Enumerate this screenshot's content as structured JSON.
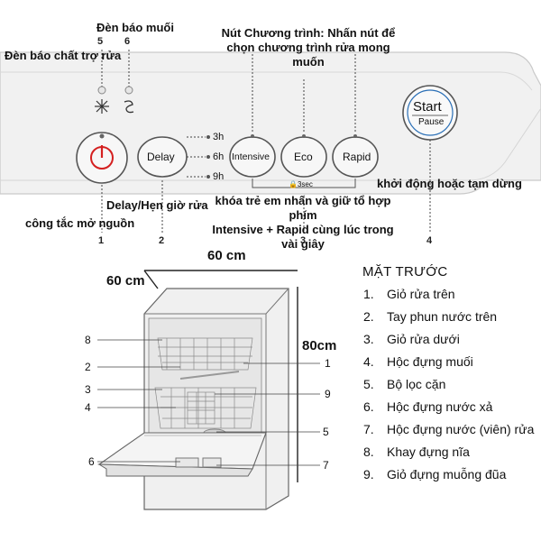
{
  "panel": {
    "salt_indicator": "Đèn báo muối",
    "rinse_aid_indicator": "Đèn báo chất trợ rửa",
    "num_5": "5",
    "num_6": "6",
    "program_note": "Nút Chương trình: Nhấn nút để chọn chương trình rửa mong muốn",
    "program_note_line1": "Nút Chương trình: Nhấn nút để",
    "program_note_line2": "chọn chương trình rửa mong",
    "program_note_line3": "muốn",
    "buttons": {
      "delay": "Delay",
      "intensive": "Intensive",
      "eco": "Eco",
      "rapid": "Rapid",
      "start": "Start",
      "pause": "Pause"
    },
    "delay_options": [
      "3h",
      "6h",
      "9h"
    ],
    "lock_hint": "3sec",
    "start_note": "khởi động hoặc tạm dừng",
    "delay_note": "Delay/Hẹn giờ rửa",
    "power_note": "công tắc mở nguồn",
    "child_lock_note_line1": "khóa trẻ em nhấn và giữ tổ hợp phím",
    "child_lock_note_line2": "Intensive + Rapid cùng lúc trong",
    "child_lock_note_line3": "vài giây",
    "numbers": [
      "1",
      "2",
      "3",
      "4"
    ]
  },
  "dimensions": {
    "width": "60 cm",
    "depth": "60 cm",
    "height": "80cm"
  },
  "diagram_callouts": [
    "8",
    "2",
    "3",
    "4",
    "6",
    "1",
    "9",
    "5",
    "7"
  ],
  "legend": {
    "title": "MẶT TRƯỚC",
    "items": [
      {
        "n": "1.",
        "label": "Giỏ rửa trên"
      },
      {
        "n": "2.",
        "label": "Tay phun nước trên"
      },
      {
        "n": "3.",
        "label": "Giỏ rửa dưới"
      },
      {
        "n": "4.",
        "label": "Hộc đựng muối"
      },
      {
        "n": "5.",
        "label": "Bộ lọc cặn"
      },
      {
        "n": "6.",
        "label": "Hộc đựng nước xả"
      },
      {
        "n": "7.",
        "label": "Hộc đựng nước (viên) rửa"
      },
      {
        "n": "8.",
        "label": "Khay đựng nĩa"
      },
      {
        "n": "9.",
        "label": "Giỏ đựng muỗng đũa"
      }
    ]
  }
}
